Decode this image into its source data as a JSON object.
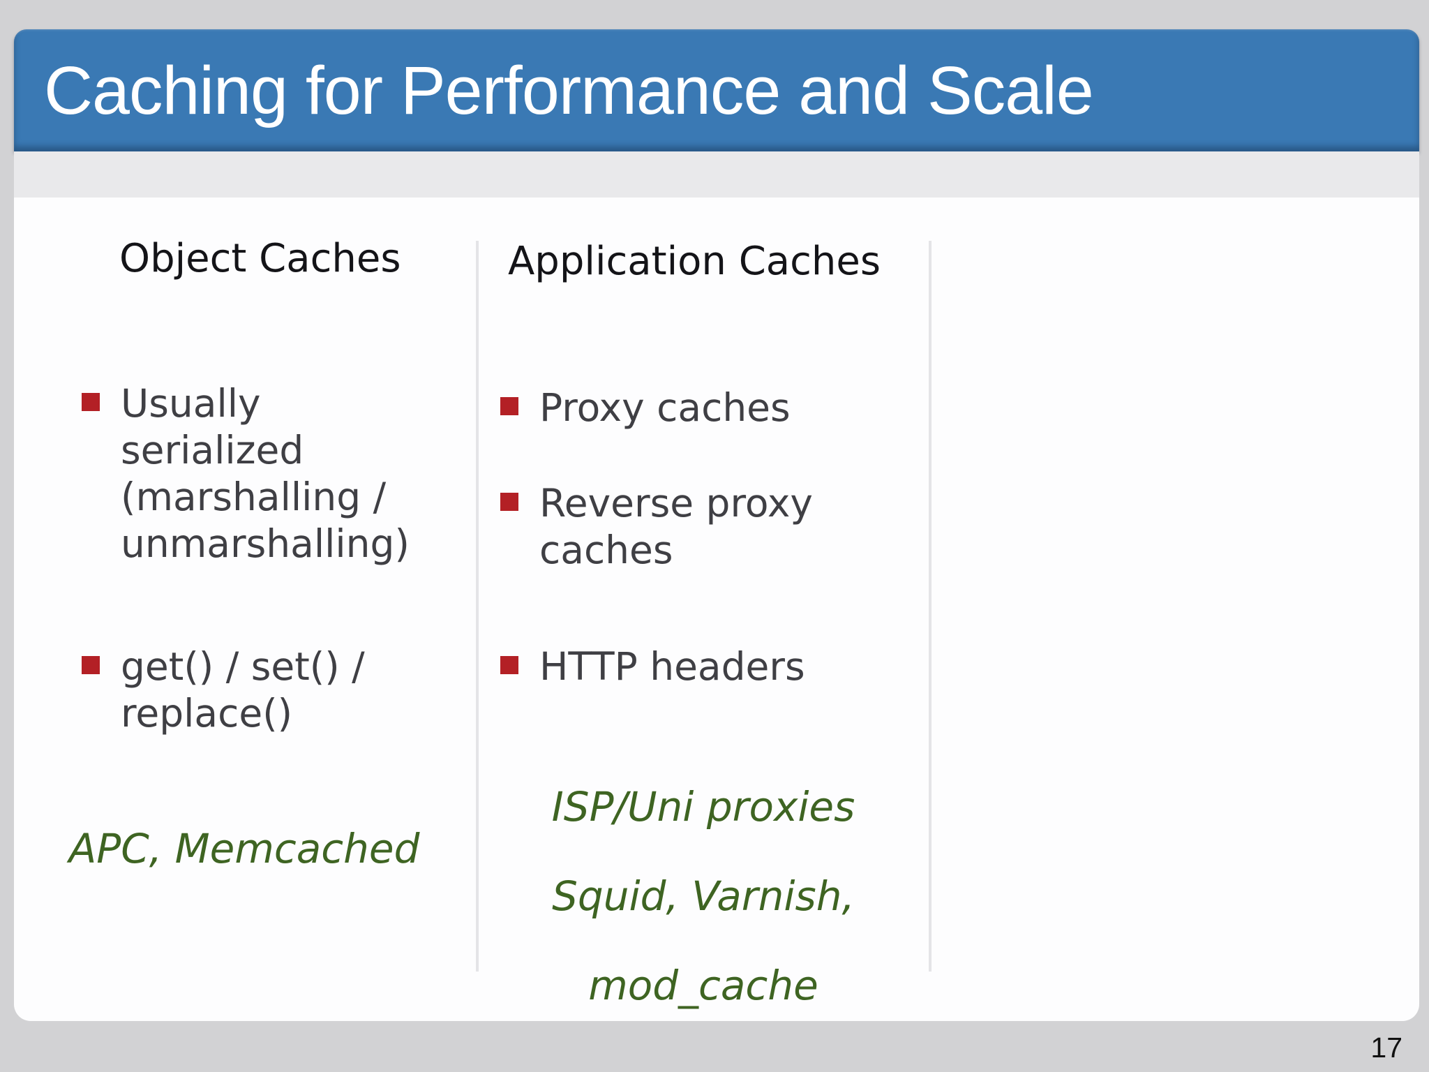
{
  "slide": {
    "title": "Caching for Performance and Scale",
    "page_number": "17",
    "colors": {
      "title_bar_blue": "#3a79b4",
      "bullet_red": "#b32025",
      "note_green": "#3e6422",
      "body_text": "#3f3f44",
      "header_text": "#141418",
      "outer_background": "#d2d2d4",
      "sub_band": "#e9e9eb",
      "panel": "#fdfdfe"
    },
    "columns": [
      {
        "header": "Object Caches",
        "bullets": [
          "Usually serialized (marshalling / unmarshalling)",
          "get() / set() / replace()"
        ],
        "note_lines": [
          "APC, Memcached"
        ]
      },
      {
        "header": "Application Caches",
        "bullets": [
          "Proxy caches",
          "Reverse proxy caches",
          "HTTP headers"
        ],
        "note_lines": [
          "ISP/Uni proxies",
          "Squid, Varnish,",
          "mod_cache"
        ]
      }
    ]
  }
}
